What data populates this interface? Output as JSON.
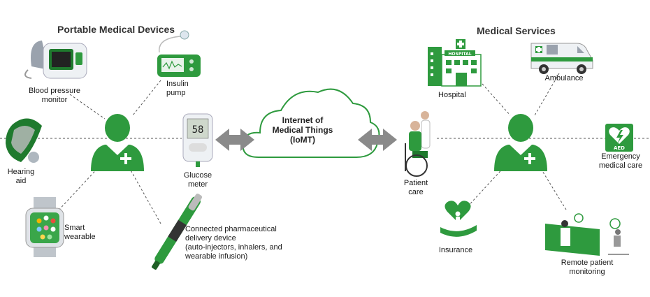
{
  "left": {
    "title": "Portable Medical Devices",
    "devices": {
      "blood_pressure": "Blood pressure\nmonitor",
      "insulin_pump": "Insulin\npump",
      "hearing_aid": "Hearing\naid",
      "glucose_meter": "Glucose\nmeter",
      "glucose_reading": "58",
      "smart_wearable": "Smart\nwearable",
      "pharma_device": "Connected pharmaceutical\ndelivery device\n(auto-injectors, inhalers, and\nwearable infusion)"
    }
  },
  "center": {
    "cloud_label": "Internet of\nMedical Things\n(IoMT)",
    "patient_care": "Patient\ncare"
  },
  "right": {
    "title": "Medical Services",
    "services": {
      "hospital": "Hospital",
      "hospital_sign": "HOSPITAL",
      "ambulance": "Ambulance",
      "emergency": "Emergency\nmedical care",
      "aed_sign": "AED",
      "insurance": "Insurance",
      "remote": "Remote patient\nmonitoring"
    }
  },
  "colors": {
    "brand_green": "#2e9a3e",
    "dark_green": "#1f7a2e",
    "arrow_gray": "#8a8a8a",
    "line_gray": "#555555"
  }
}
